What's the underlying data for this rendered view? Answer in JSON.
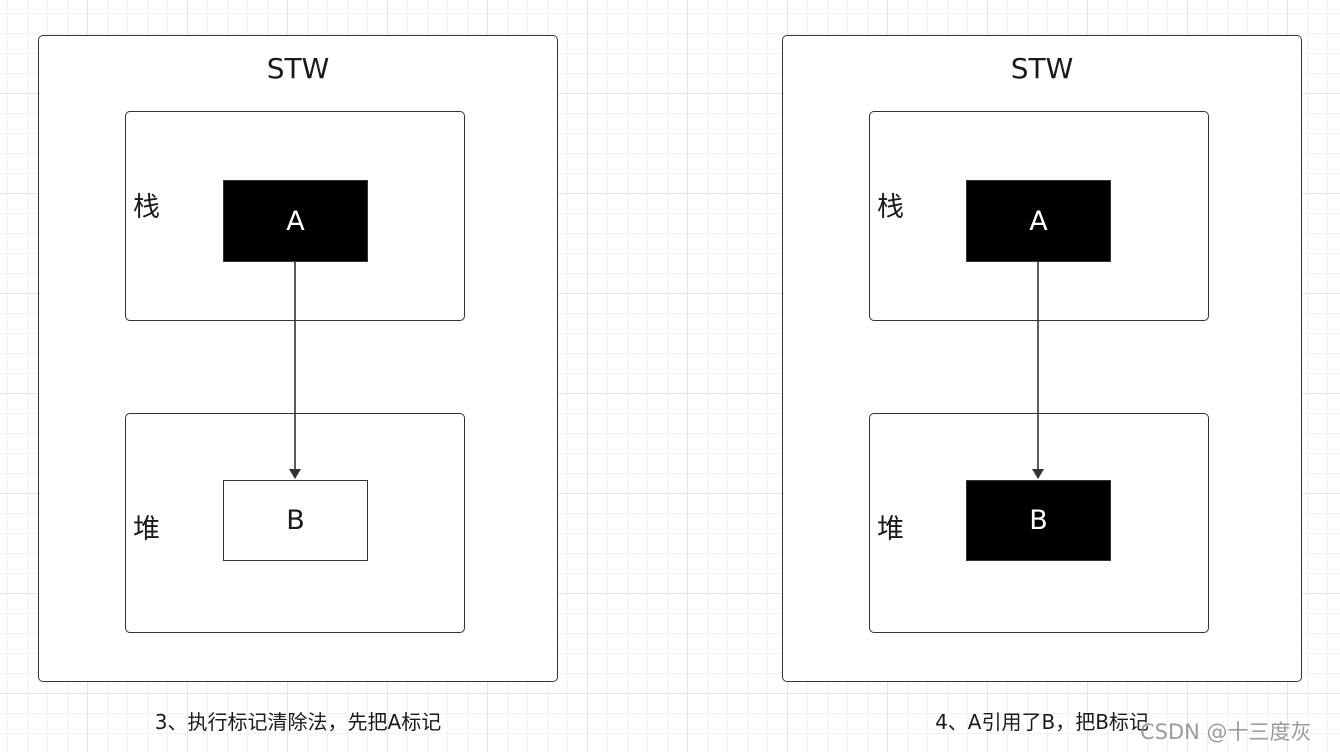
{
  "panels": [
    {
      "title": "STW",
      "stack_label": "栈",
      "heap_label": "堆",
      "node_a": {
        "label": "A",
        "marked": true
      },
      "node_b": {
        "label": "B",
        "marked": false
      },
      "caption": "3、执行标记清除法，先把A标记"
    },
    {
      "title": "STW",
      "stack_label": "栈",
      "heap_label": "堆",
      "node_a": {
        "label": "A",
        "marked": true
      },
      "node_b": {
        "label": "B",
        "marked": true
      },
      "caption": "4、A引用了B，把B标记"
    }
  ],
  "watermark": "CSDN @十三度灰",
  "colors": {
    "marked": "#000000",
    "unmarked": "#ffffff",
    "stroke": "#333333"
  }
}
